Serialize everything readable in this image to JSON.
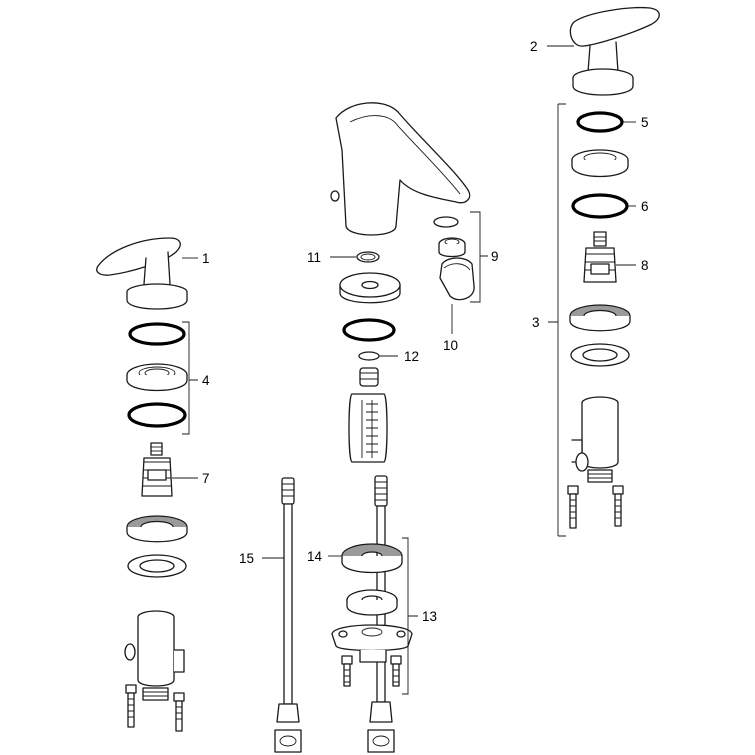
{
  "diagram": {
    "callouts": {
      "c1": "1",
      "c2": "2",
      "c3": "3",
      "c4": "4",
      "c5": "5",
      "c6": "6",
      "c7": "7",
      "c8": "8",
      "c9": "9",
      "c10": "10",
      "c11": "11",
      "c12": "12",
      "c13": "13",
      "c14": "14",
      "c15": "15"
    },
    "colors": {
      "line": "#1a1a1a",
      "shade": "#9a9a9a",
      "background": "#ffffff"
    }
  }
}
